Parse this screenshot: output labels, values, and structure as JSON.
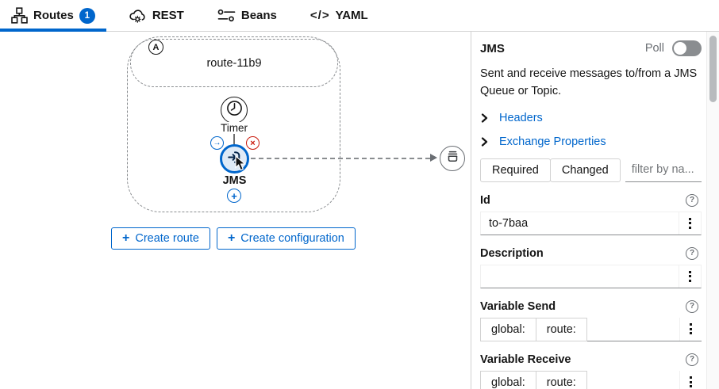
{
  "header": {
    "tabs": [
      {
        "label": "Routes",
        "icon": "routes-icon",
        "badge": "1",
        "active": true
      },
      {
        "label": "REST",
        "icon": "rest-cloud-gear-icon",
        "active": false
      },
      {
        "label": "Beans",
        "icon": "beans-sliders-icon",
        "active": false
      },
      {
        "label": "YAML",
        "icon": "yaml-code-icon",
        "yaml_glyph": "</>",
        "active": false
      }
    ]
  },
  "canvas": {
    "route_container": {
      "badge_letter": "A",
      "title": "route-11b9"
    },
    "flow": {
      "source_label": "Timer",
      "selected_label": "JMS"
    },
    "actions": {
      "create_route_label": "Create route",
      "create_configuration_label": "Create configuration",
      "plus_glyph": "+"
    },
    "glyphs": {
      "insert_arrow": "→",
      "delete_x": "×",
      "append_plus": "+"
    }
  },
  "config_panel": {
    "title": "JMS",
    "poll_label": "Poll",
    "poll_on": false,
    "description": "Sent and receive messages to/from a JMS Queue or Topic.",
    "sections": [
      {
        "label": "Headers"
      },
      {
        "label": "Exchange Properties"
      }
    ],
    "filter_bar": {
      "required_label": "Required",
      "changed_label": "Changed",
      "filter_placeholder": "filter by na..."
    },
    "fields": [
      {
        "label": "Id",
        "value": "to-7baa",
        "help_glyph": "?"
      },
      {
        "label": "Description",
        "value": "",
        "help_glyph": "?"
      },
      {
        "label": "Variable Send",
        "prefix_options": [
          "global:",
          "route:"
        ],
        "value": "",
        "help_glyph": "?"
      },
      {
        "label": "Variable Receive",
        "prefix_options": [
          "global:",
          "route:"
        ],
        "value": "",
        "help_glyph": "?"
      }
    ]
  },
  "colors": {
    "accent_blue": "#0066cc",
    "danger_red": "#c9190b",
    "text_dark": "#151515",
    "text_gray": "#6a6e73",
    "border_gray": "#d2d2d2",
    "node_fill_blue": "#dfeaf6"
  }
}
